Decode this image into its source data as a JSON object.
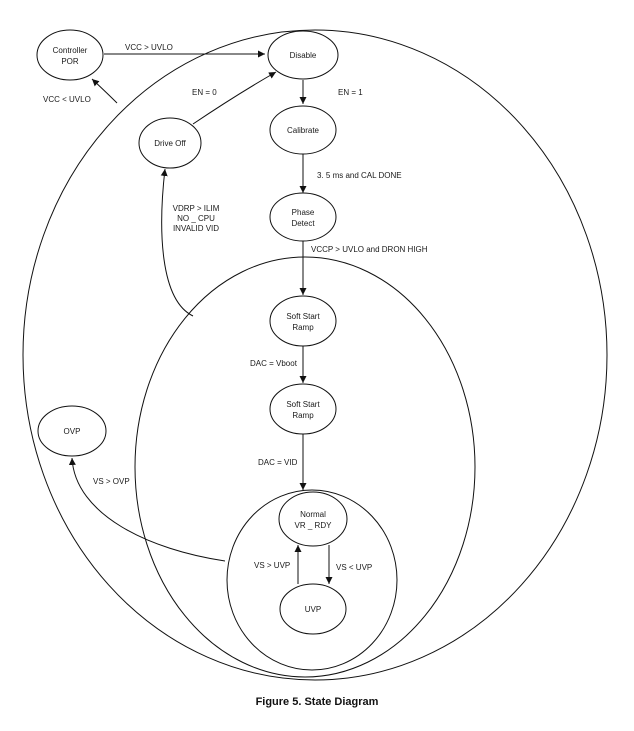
{
  "states": {
    "controller_por": [
      "Controller",
      "POR"
    ],
    "disable": [
      "Disable"
    ],
    "calibrate": [
      "Calibrate"
    ],
    "drive_off": [
      "Drive Off"
    ],
    "phase_detect": [
      "Phase",
      "Detect"
    ],
    "soft_start_ramp_1": [
      "Soft Start",
      "Ramp"
    ],
    "soft_start_ramp_2": [
      "Soft Start",
      "Ramp"
    ],
    "ovp": [
      "OVP"
    ],
    "normal": [
      "Normal",
      "VR _ RDY"
    ],
    "uvp": [
      "UVP"
    ]
  },
  "transitions": {
    "vcc_gt_uvlo": "VCC  > UVLO",
    "vcc_lt_uvlo": "VCC  < UVLO",
    "en_0": "EN  = 0",
    "en_1": "EN  = 1",
    "cal_done": "3. 5   ms and CAL DONE",
    "drive_off_conditions": [
      "VDRP  > ILIM",
      "NO  _ CPU",
      "INVALID VID"
    ],
    "vccp_gt_uvlo": "VCCP   >    UVLO and DRON HIGH",
    "dac_vboot": "DAC  = Vboot",
    "dac_vid": "DAC  = VID",
    "vs_gt_ovp": "VS  > OVP",
    "vs_gt_uvp": "VS > UVP",
    "vs_lt_uvp": "VS  < UVP"
  },
  "caption": "Figure 5. State Diagram"
}
